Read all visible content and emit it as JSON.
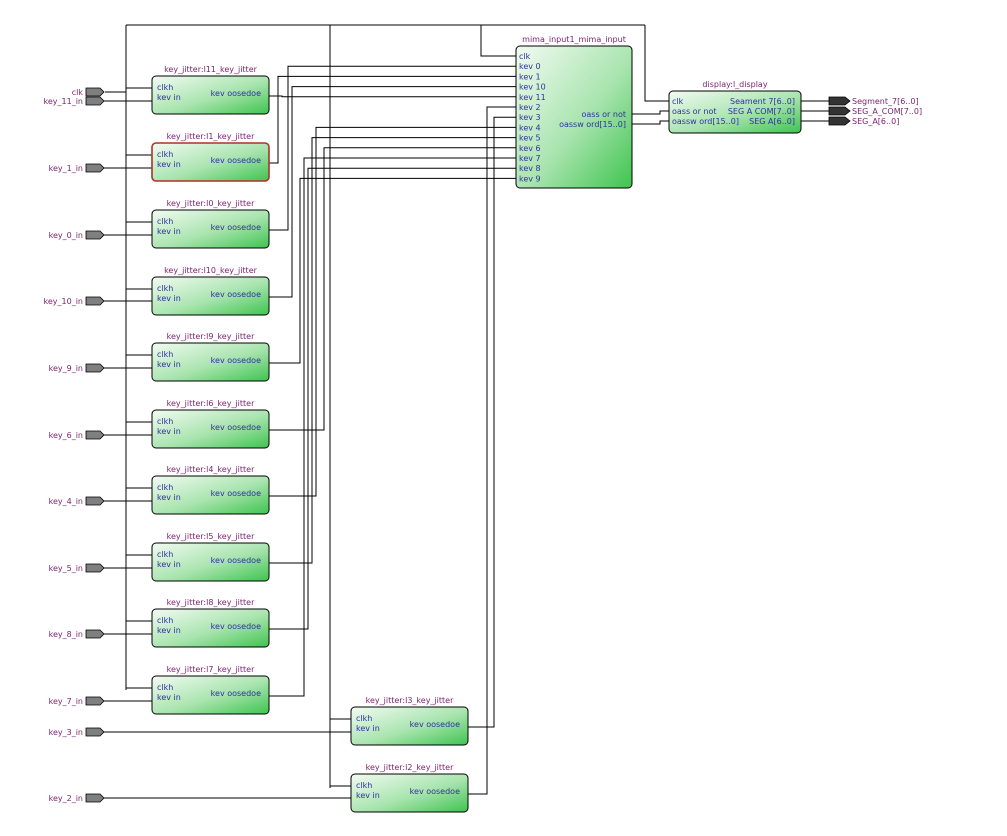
{
  "schematic": {
    "key_jitter": {
      "instances": [
        {
          "id": "k11",
          "title": "key_jitter:l11_key_jitter",
          "input_pin": "key_11_in",
          "clk_label": "clkh",
          "in_label": "kev in",
          "out_label": "kev oosedoe",
          "selected": false
        },
        {
          "id": "k1",
          "title": "key_jitter:l1_key_jitter",
          "input_pin": "key_1_in",
          "clk_label": "clkh",
          "in_label": "kev in",
          "out_label": "kev oosedoe",
          "selected": true
        },
        {
          "id": "k0",
          "title": "key_jitter:l0_key_jitter",
          "input_pin": "key_0_in",
          "clk_label": "clkh",
          "in_label": "kev in",
          "out_label": "kev oosedoe",
          "selected": false
        },
        {
          "id": "k10",
          "title": "key_jitter:l10_key_jitter",
          "input_pin": "key_10_in",
          "clk_label": "clkh",
          "in_label": "kev in",
          "out_label": "kev oosedoe",
          "selected": false
        },
        {
          "id": "k9",
          "title": "key_jitter:l9_key_jitter",
          "input_pin": "key_9_in",
          "clk_label": "clkh",
          "in_label": "kev in",
          "out_label": "kev oosedoe",
          "selected": false
        },
        {
          "id": "k6",
          "title": "key_jitter:l6_key_jitter",
          "input_pin": "key_6_in",
          "clk_label": "clkh",
          "in_label": "kev in",
          "out_label": "kev oosedoe",
          "selected": false
        },
        {
          "id": "k4",
          "title": "key_jitter:l4_key_jitter",
          "input_pin": "key_4_in",
          "clk_label": "clkh",
          "in_label": "kev in",
          "out_label": "kev oosedoe",
          "selected": false
        },
        {
          "id": "k5",
          "title": "key_jitter:l5_key_jitter",
          "input_pin": "key_5_in",
          "clk_label": "clkh",
          "in_label": "kev in",
          "out_label": "kev oosedoe",
          "selected": false
        },
        {
          "id": "k8",
          "title": "key_jitter:l8_key_jitter",
          "input_pin": "key_8_in",
          "clk_label": "clkh",
          "in_label": "kev in",
          "out_label": "kev oosedoe",
          "selected": false
        },
        {
          "id": "k7",
          "title": "key_jitter:l7_key_jitter",
          "input_pin": "key_7_in",
          "clk_label": "clkh",
          "in_label": "kev in",
          "out_label": "kev oosedoe",
          "selected": false
        },
        {
          "id": "k3",
          "title": "key_jitter:l3_key_jitter",
          "input_pin": "key_3_in",
          "clk_label": "clkh",
          "in_label": "kev in",
          "out_label": "kev oosedoe",
          "selected": false
        },
        {
          "id": "k2",
          "title": "key_jitter:l2_key_jitter",
          "input_pin": "key_2_in",
          "clk_label": "clkh",
          "in_label": "kev in",
          "out_label": "kev oosedoe",
          "selected": false
        }
      ]
    },
    "input_pins": {
      "clk": "clk"
    },
    "mima": {
      "title": "mima_input1_mima_input",
      "ports_in": [
        "clk",
        "kev 0",
        "kev 1",
        "kev 10",
        "kev 11",
        "kev 2",
        "kev 3",
        "kev 4",
        "kev 5",
        "kev 6",
        "kev 7",
        "kev 8",
        "kev 9"
      ],
      "ports_out": [
        "oass or not",
        "oassw ord[15..0]"
      ]
    },
    "display": {
      "title": "display:l_display",
      "ports_in": [
        "clk",
        "oass or not",
        "oassw ord[15..0]"
      ],
      "ports_out": [
        "Seament 7[6..0]",
        "SEG A COM[7..0]",
        "SEG A[6..0]"
      ]
    },
    "output_pins": [
      "Segment_7[6..0]",
      "SEG_A_COM[7..0]",
      "SEG_A[6..0]"
    ]
  },
  "colors": {
    "wire": "#000000",
    "block_border": "#000000",
    "block_fill_light": "#f2fbf2",
    "block_fill_dark": "#3fc44f",
    "selected_border": "#b0302a",
    "pin_fill": "#7f7f7f",
    "title": "#7a1f6e",
    "port": "#3030a0"
  }
}
